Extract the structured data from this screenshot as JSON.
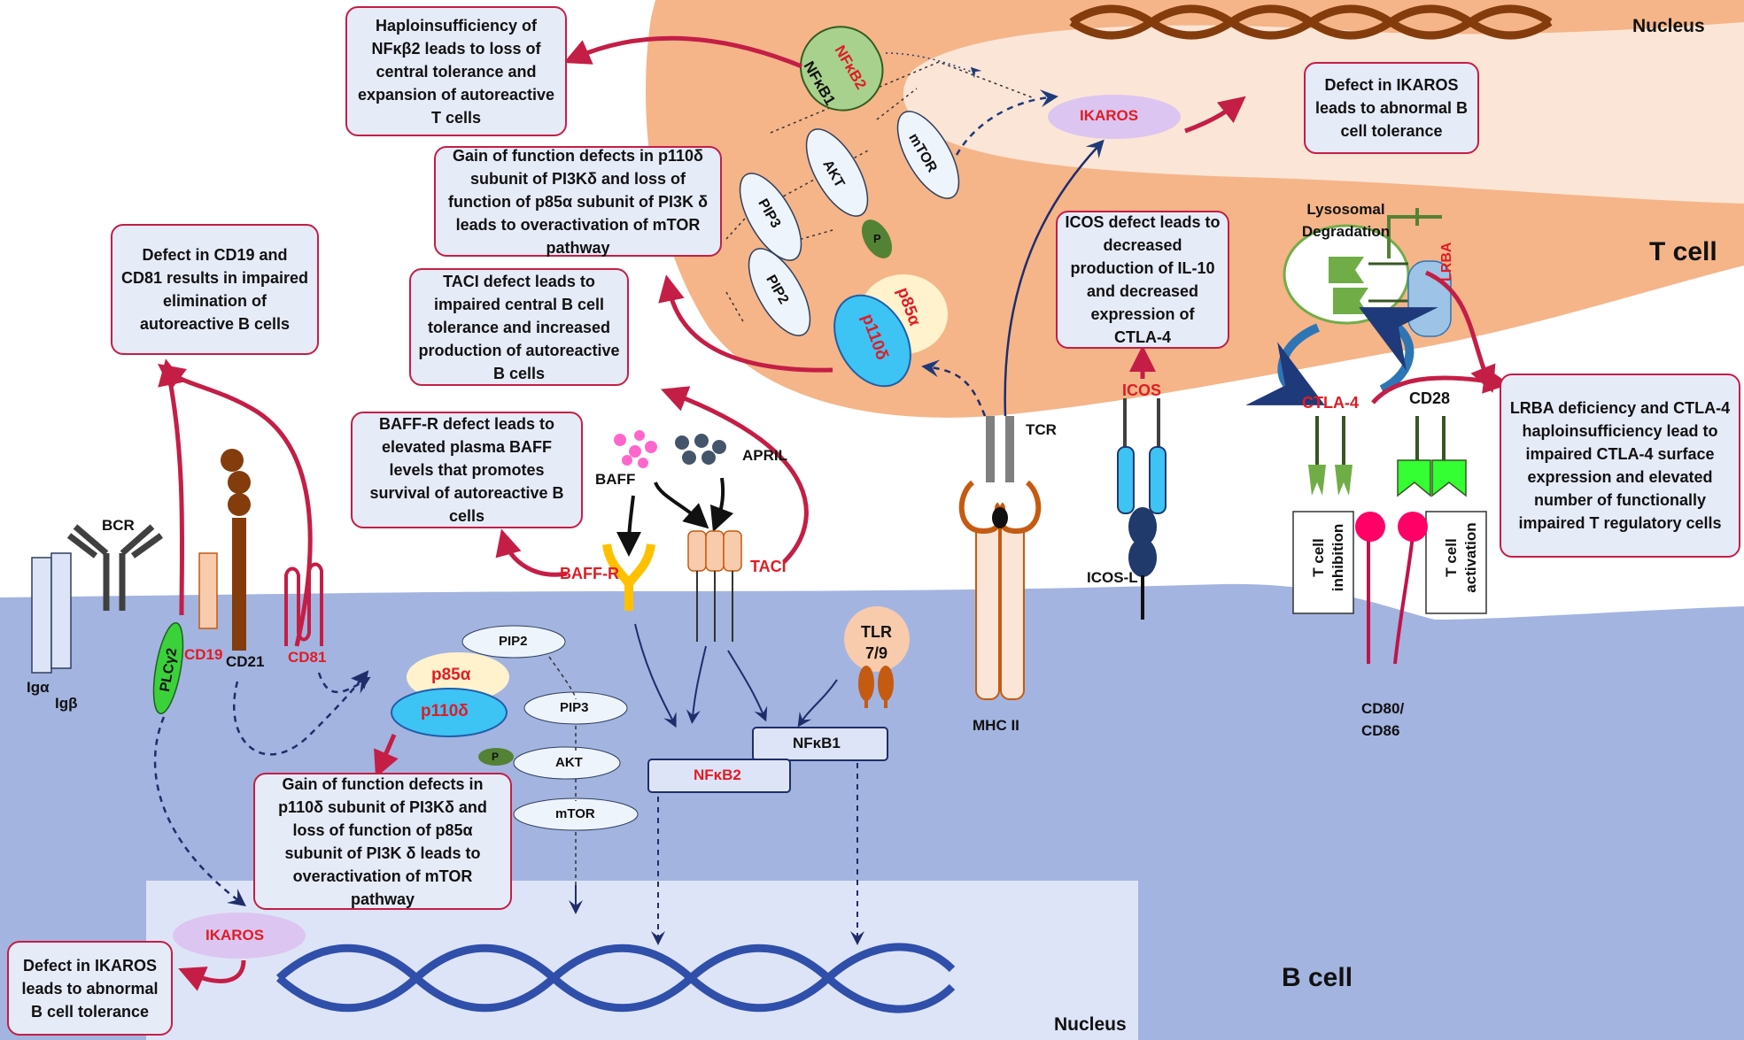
{
  "colors": {
    "t_cell": "#f4b183",
    "b_cell": "#a3b4e0",
    "nucleus_t": "#fbe5d6",
    "nucleus_b": "#dde4f7",
    "defect_box_border": "#c41e46",
    "defect_box_fill": "#e6ebf8",
    "red_label": "#e01c24",
    "dna": "#843c0c",
    "dna_b": "#2f4faa"
  },
  "regions": {
    "t_cell": "T cell",
    "b_cell": "B cell",
    "nucleus_t": "Nucleus",
    "nucleus_b": "Nucleus"
  },
  "boxes": {
    "nfkb2_t": "Haploinsufficiency of NFκβ2 leads to loss of central tolerance and expansion of autoreactive T cells",
    "pi3k_t": "Gain of function defects in p110δ subunit of PI3Kδ and loss of function of p85α subunit of PI3K δ leads to overactivation of mTOR pathway",
    "cd19": "Defect in CD19 and CD81 results in impaired elimination of autoreactive B cells",
    "taci": "TACI defect leads to impaired central B cell tolerance and increased production of autoreactive B cells",
    "baffr": "BAFF-R defect leads to elevated plasma BAFF levels that promotes survival of autoreactive B cells",
    "ikaros_t": "Defect in IKAROS leads to abnormal B cell tolerance",
    "icos": "ICOS defect leads to decreased production of IL-10 and decreased expression of CTLA-4",
    "lrba": "LRBA deficiency and CTLA-4 haploinsufficiency lead to impaired CTLA-4 surface expression and elevated number of functionally impaired T regulatory cells",
    "pi3k_b": "Gain of function defects in p110δ subunit of PI3Kδ and loss of function of p85α subunit of PI3K δ leads to overactivation of mTOR pathway",
    "ikaros_b": "Defect in IKAROS leads to abnormal B cell tolerance"
  },
  "labels": {
    "nfkb1": "NFκB1",
    "nfkb2_t": "NFκB2",
    "mtor": "mTOR",
    "akt": "AKT",
    "pip3": "PIP3",
    "pip2": "PIP2",
    "p": "P",
    "p85a": "p85α",
    "p110d": "p110δ",
    "ikaros": "IKAROS",
    "lysosomal": "Lysosomal Degradation",
    "lrba": "LRBA",
    "ctla4": "CTLA-4",
    "cd28": "CD28",
    "icos": "ICOS",
    "icosl": "ICOS-L",
    "tcr": "TCR",
    "mhc": "MHC II",
    "tcell_inhibition": "T cell inhibition",
    "tcell_activation": "T cell activation",
    "cd80": "CD80/ CD86",
    "baff": "BAFF",
    "april": "APRIL",
    "baffr": "BAFF-R",
    "taci": "TACI",
    "tlr": "TLR 7/9",
    "bcr": "BCR",
    "iga": "Igα",
    "igb": "Igβ",
    "plcg2": "PLCγ2",
    "cd19": "CD19",
    "cd21": "CD21",
    "cd81": "CD81",
    "nfkb1_b": "NFκB1",
    "nfkb2_b": "NFκB2"
  }
}
